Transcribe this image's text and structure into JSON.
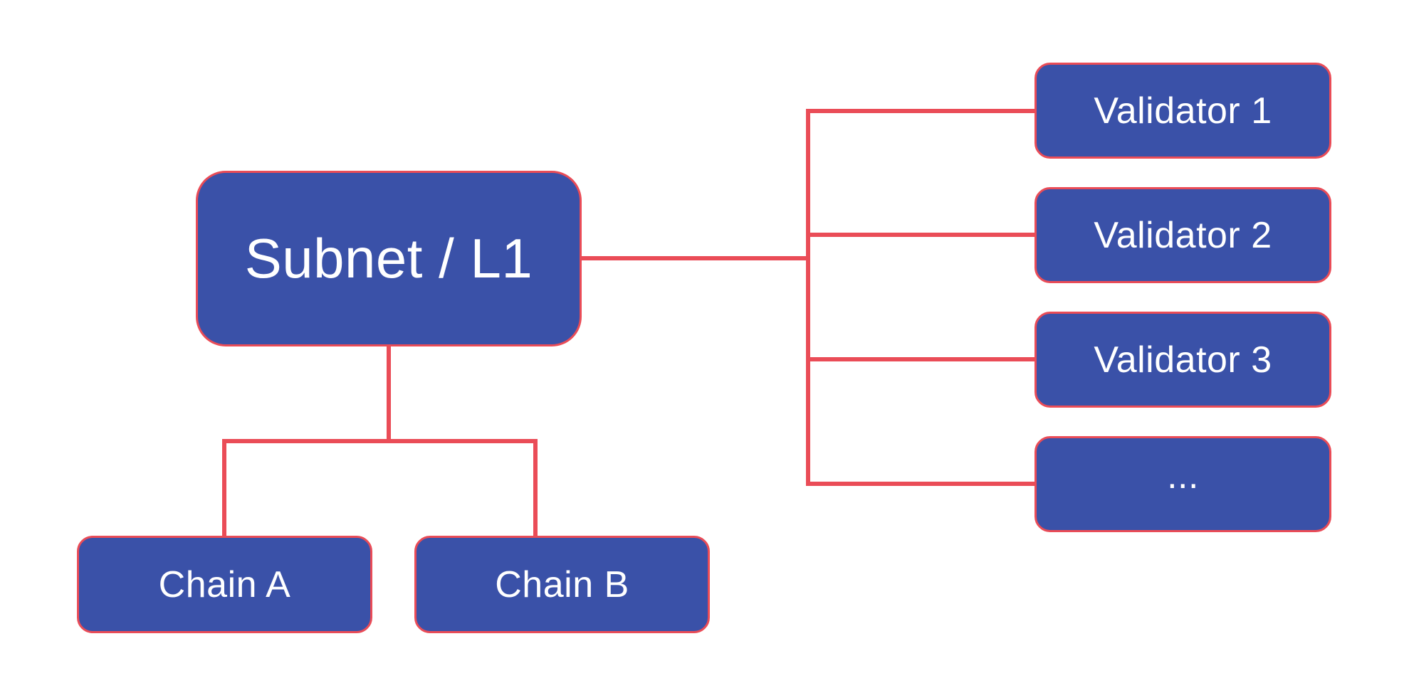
{
  "diagram": {
    "colors": {
      "background": "#ffffff",
      "node_fill": "#3a51a8",
      "node_border": "#ea4c57",
      "connector": "#ea4c57",
      "text": "#ffffff"
    },
    "nodes": {
      "subnet": {
        "label": "Subnet / L1"
      },
      "chain_a": {
        "label": "Chain A"
      },
      "chain_b": {
        "label": "Chain B"
      },
      "validator_1": {
        "label": "Validator 1"
      },
      "validator_2": {
        "label": "Validator 2"
      },
      "validator_3": {
        "label": "Validator 3"
      },
      "validator_more": {
        "label": "..."
      }
    }
  }
}
